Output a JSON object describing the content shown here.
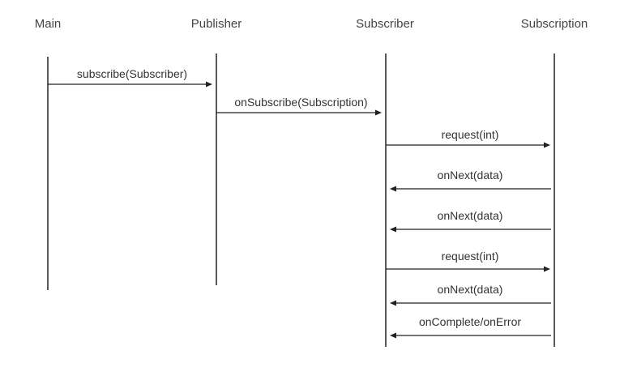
{
  "participants": [
    {
      "id": "main",
      "label": "Main"
    },
    {
      "id": "publisher",
      "label": "Publisher"
    },
    {
      "id": "subscriber",
      "label": "Subscriber"
    },
    {
      "id": "subscription",
      "label": "Subscription"
    }
  ],
  "messages": [
    {
      "label": "subscribe(Subscriber)",
      "from": "main",
      "to": "publisher"
    },
    {
      "label": "onSubscribe(Subscription)",
      "from": "publisher",
      "to": "subscriber"
    },
    {
      "label": "request(int)",
      "from": "subscriber",
      "to": "subscription"
    },
    {
      "label": "onNext(data)",
      "from": "subscription",
      "to": "subscriber"
    },
    {
      "label": "onNext(data)",
      "from": "subscription",
      "to": "subscriber"
    },
    {
      "label": "request(int)",
      "from": "subscriber",
      "to": "subscription"
    },
    {
      "label": "onNext(data)",
      "from": "subscription",
      "to": "subscriber"
    },
    {
      "label": "onComplete/onError",
      "from": "subscription",
      "to": "subscriber"
    }
  ],
  "colors": {
    "line": "#222222",
    "text": "#333333"
  }
}
